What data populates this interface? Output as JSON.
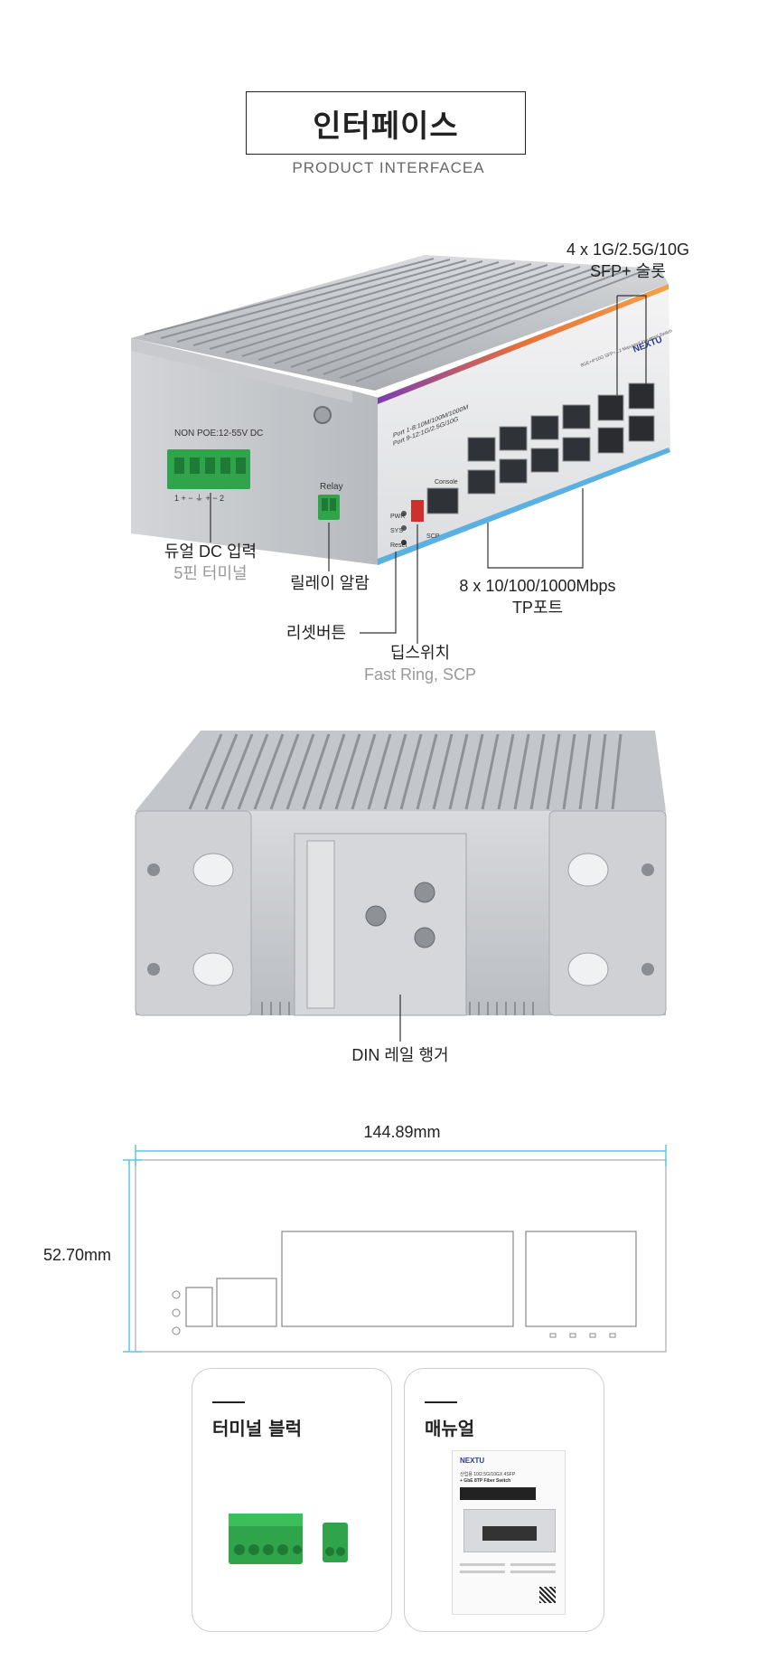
{
  "header": {
    "title": "인터페이스",
    "subtitle": "PRODUCT INTERFACEA"
  },
  "front_view": {
    "device_brand": "NEXTU",
    "model_line": "8GE+4*10G SFP+ L2 Managed Industrial Switch",
    "power_label": "NON POE:12-55V DC",
    "terminal_pins": "1 +  −  ⏚  +  −  2",
    "relay_label": "Relay",
    "port_info": [
      "Port 1-8:10M/100M/1000M",
      "Port 9-12:1G/2.5G/10G"
    ],
    "console_label": "Console",
    "led_labels": [
      "PWR",
      "SYS",
      "Reset"
    ],
    "dip_labels": [
      "SCP"
    ],
    "callouts": {
      "sfp": [
        "4 x 1G/2.5G/10G",
        "SFP+ 슬롯"
      ],
      "dc_input": [
        "듀얼 DC 입력",
        "5핀 터미널"
      ],
      "relay": "릴레이 알람",
      "tp": [
        "8 x 10/100/1000Mbps",
        "TP포트"
      ],
      "reset": "리셋버튼",
      "dip": [
        "딥스위치",
        "Fast Ring, SCP"
      ]
    }
  },
  "rear_view": {
    "callout": "DIN 레일 행거"
  },
  "dimensions": {
    "width": "144.89mm",
    "height": "52.70mm"
  },
  "accessories": [
    {
      "title": "터미널 블럭"
    },
    {
      "title": "매뉴얼"
    }
  ],
  "manual": {
    "brand": "NEXTU",
    "line1": "산업용 10/2.5G/10GX 4SFP",
    "line2": "+ GbE 8TP Fiber Switch"
  }
}
